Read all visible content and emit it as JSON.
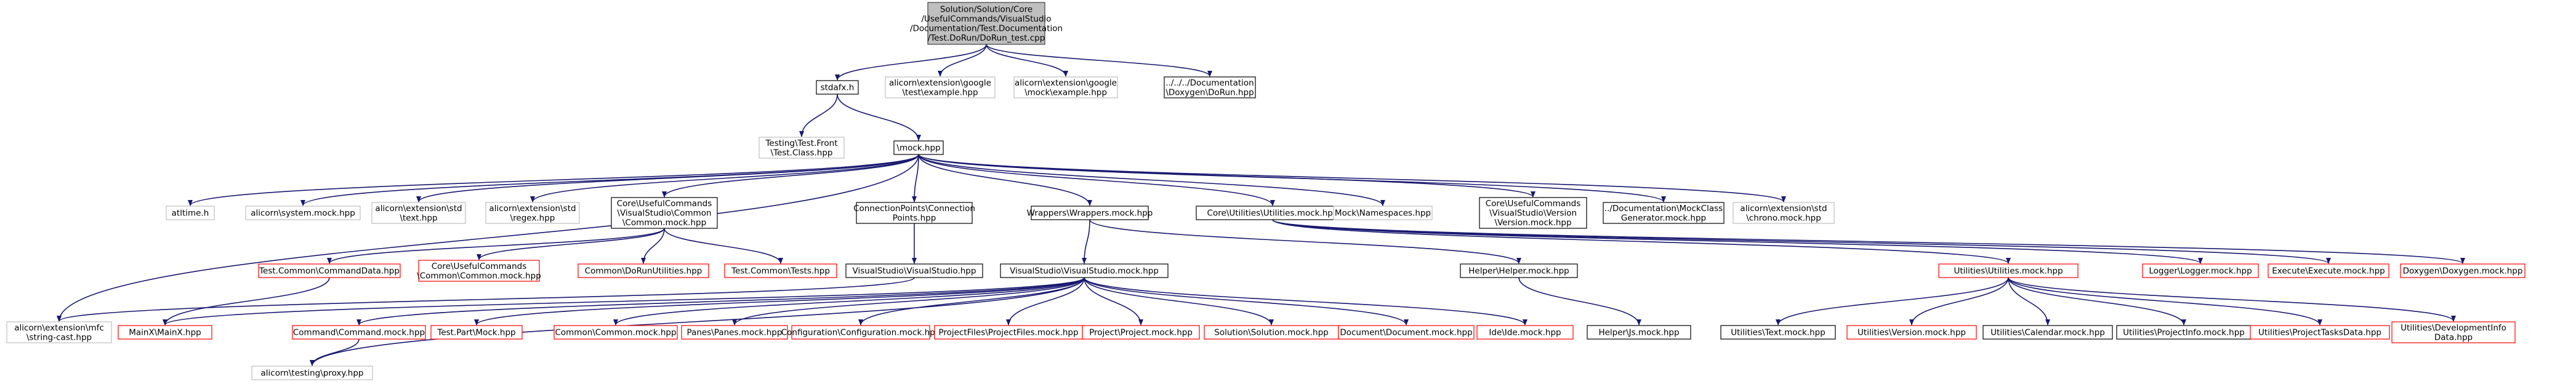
{
  "colors": {
    "edge": "#191970",
    "root_fill": "#bfbfbf",
    "root_border": "#404040",
    "default_border": "#000000",
    "red_border": "#ff0000",
    "gray_border": "#bfbfbf",
    "node_fill": "#ffffff"
  },
  "nodes": {
    "root": {
      "lines": [
        "Solution/Solution/Core",
        "/UsefulCommands/VisualStudio",
        "/Documentation/Test.Documentation",
        "/Test.DoRun/DoRun_test.cpp"
      ],
      "style": "root"
    },
    "stdafx": {
      "lines": [
        "stdafx.h"
      ],
      "style": "default"
    },
    "example": {
      "lines": [
        "alicorn\\extension\\google",
        "\\test\\example.hpp"
      ],
      "style": "gray"
    },
    "gmock_ex": {
      "lines": [
        "alicorn\\extension\\google",
        "\\mock\\example.hpp"
      ],
      "style": "gray"
    },
    "doxygen_dorun": {
      "lines": [
        "../../../Documentation",
        "\\Doxygen\\DoRun.hpp"
      ],
      "style": "default"
    },
    "testing_front": {
      "lines": [
        "Testing\\Test.Front",
        "\\Test.Class.hpp"
      ],
      "style": "gray"
    },
    "mock": {
      "lines": [
        "\\mock.hpp"
      ],
      "style": "default"
    },
    "atltime": {
      "lines": [
        "atltime.h"
      ],
      "style": "gray"
    },
    "system_mock": {
      "lines": [
        "alicorn\\system.mock.hpp"
      ],
      "style": "gray"
    },
    "std_text": {
      "lines": [
        "alicorn\\extension\\std",
        "\\text.hpp"
      ],
      "style": "gray"
    },
    "std_regex": {
      "lines": [
        "alicorn\\extension\\std",
        "\\regex.hpp"
      ],
      "style": "gray"
    },
    "common_mock": {
      "lines": [
        "Core\\UsefulCommands",
        "\\VisualStudio\\Common",
        "\\Common.mock.hpp"
      ],
      "style": "default"
    },
    "conn_points": {
      "lines": [
        "ConnectionPoints\\Connection",
        "Points.hpp"
      ],
      "style": "default"
    },
    "wrappers": {
      "lines": [
        "Wrappers\\Wrappers.mock.hpp"
      ],
      "style": "default"
    },
    "utilities_core": {
      "lines": [
        "Core\\Utilities\\Utilities.mock.hpp"
      ],
      "style": "default"
    },
    "mock_ns": {
      "lines": [
        "Mock\\Namespaces.hpp"
      ],
      "style": "gray"
    },
    "version_mock": {
      "lines": [
        "Core\\UsefulCommands",
        "\\VisualStudio\\Version",
        "\\Version.mock.hpp"
      ],
      "style": "default"
    },
    "mockclass_gen": {
      "lines": [
        "../Documentation\\MockClass",
        "Generator.mock.hpp"
      ],
      "style": "default"
    },
    "chrono_mock": {
      "lines": [
        "alicorn\\extension\\std",
        "\\chrono.mock.hpp"
      ],
      "style": "gray"
    },
    "cmd_data": {
      "lines": [
        "Test.Common\\CommandData.hpp"
      ],
      "style": "red"
    },
    "common_mock2": {
      "lines": [
        "Core\\UsefulCommands",
        "\\Common\\Common.mock.hpp"
      ],
      "style": "red"
    },
    "dorun_util": {
      "lines": [
        "Common\\DoRunUtilities.hpp"
      ],
      "style": "red"
    },
    "tests": {
      "lines": [
        "Test.Common\\Tests.hpp"
      ],
      "style": "red"
    },
    "vs_hpp": {
      "lines": [
        "VisualStudio\\VisualStudio.hpp"
      ],
      "style": "default"
    },
    "helper_mock": {
      "lines": [
        "Helper\\Helper.mock.hpp"
      ],
      "style": "default"
    },
    "utilities_mock": {
      "lines": [
        "Utilities\\Utilities.mock.hpp"
      ],
      "style": "red"
    },
    "logger": {
      "lines": [
        "Logger\\Logger.mock.hpp"
      ],
      "style": "red"
    },
    "execute": {
      "lines": [
        "Execute\\Execute.mock.hpp"
      ],
      "style": "red"
    },
    "doxygen_mock": {
      "lines": [
        "Doxygen\\Doxygen.mock.hpp"
      ],
      "style": "red"
    },
    "string_cast": {
      "lines": [
        "alicorn\\extension\\mfc",
        "\\string-cast.hpp"
      ],
      "style": "gray"
    },
    "mainx": {
      "lines": [
        "MainX\\MainX.hpp"
      ],
      "style": "red"
    },
    "vs_mock": {
      "lines": [
        "VisualStudio\\VisualStudio.mock.hpp"
      ],
      "style": "default"
    },
    "command_mock": {
      "lines": [
        "Command\\Command.mock.hpp"
      ],
      "style": "red"
    },
    "part_mock": {
      "lines": [
        "Test.Part\\Mock.hpp"
      ],
      "style": "red"
    },
    "common_common": {
      "lines": [
        "Common\\Common.mock.hpp"
      ],
      "style": "red"
    },
    "panes": {
      "lines": [
        "Panes\\Panes.mock.hpp"
      ],
      "style": "red"
    },
    "config": {
      "lines": [
        "Configuration\\Configuration.mock.hpp"
      ],
      "style": "red"
    },
    "projectfiles": {
      "lines": [
        "ProjectFiles\\ProjectFiles.mock.hpp"
      ],
      "style": "red"
    },
    "project": {
      "lines": [
        "Project\\Project.mock.hpp"
      ],
      "style": "red"
    },
    "solution": {
      "lines": [
        "Solution\\Solution.mock.hpp"
      ],
      "style": "red"
    },
    "document": {
      "lines": [
        "Document\\Document.mock.hpp"
      ],
      "style": "red"
    },
    "ide": {
      "lines": [
        "Ide\\Ide.mock.hpp"
      ],
      "style": "red"
    },
    "helper_js": {
      "lines": [
        "Helper\\Js.mock.hpp"
      ],
      "style": "default"
    },
    "util_text": {
      "lines": [
        "Utilities\\Text.mock.hpp"
      ],
      "style": "default"
    },
    "util_version": {
      "lines": [
        "Utilities\\Version.mock.hpp"
      ],
      "style": "red"
    },
    "util_calendar": {
      "lines": [
        "Utilities\\Calendar.mock.hpp"
      ],
      "style": "default"
    },
    "util_projinfo": {
      "lines": [
        "Utilities\\ProjectInfo.mock.hpp"
      ],
      "style": "default"
    },
    "util_tasks": {
      "lines": [
        "Utilities\\ProjectTasksData.hpp"
      ],
      "style": "red"
    },
    "util_devinfo": {
      "lines": [
        "Utilities\\DevelopmentInfo",
        "Data.hpp"
      ],
      "style": "red"
    },
    "proxy": {
      "lines": [
        "alicorn\\testing\\proxy.hpp"
      ],
      "style": "gray"
    }
  },
  "edges": [
    [
      "root",
      "stdafx"
    ],
    [
      "root",
      "example"
    ],
    [
      "root",
      "gmock_ex"
    ],
    [
      "root",
      "doxygen_dorun"
    ],
    [
      "stdafx",
      "testing_front"
    ],
    [
      "stdafx",
      "mock"
    ],
    [
      "mock",
      "atltime"
    ],
    [
      "mock",
      "system_mock"
    ],
    [
      "mock",
      "std_text"
    ],
    [
      "mock",
      "std_regex"
    ],
    [
      "mock",
      "common_mock"
    ],
    [
      "mock",
      "conn_points"
    ],
    [
      "mock",
      "wrappers"
    ],
    [
      "mock",
      "utilities_core"
    ],
    [
      "mock",
      "mock_ns"
    ],
    [
      "mock",
      "version_mock"
    ],
    [
      "mock",
      "mockclass_gen"
    ],
    [
      "mock",
      "chrono_mock"
    ],
    [
      "mock",
      "string_cast"
    ],
    [
      "common_mock",
      "cmd_data"
    ],
    [
      "common_mock",
      "common_mock2"
    ],
    [
      "common_mock",
      "dorun_util"
    ],
    [
      "common_mock",
      "tests"
    ],
    [
      "conn_points",
      "vs_hpp"
    ],
    [
      "wrappers",
      "vs_mock"
    ],
    [
      "wrappers",
      "helper_mock"
    ],
    [
      "utilities_core",
      "utilities_mock"
    ],
    [
      "utilities_core",
      "logger"
    ],
    [
      "utilities_core",
      "execute"
    ],
    [
      "utilities_core",
      "doxygen_mock"
    ],
    [
      "cmd_data",
      "mainx"
    ],
    [
      "vs_hpp",
      "string_cast"
    ],
    [
      "vs_mock",
      "command_mock"
    ],
    [
      "vs_mock",
      "part_mock"
    ],
    [
      "vs_mock",
      "common_common"
    ],
    [
      "vs_mock",
      "panes"
    ],
    [
      "vs_mock",
      "config"
    ],
    [
      "vs_mock",
      "projectfiles"
    ],
    [
      "vs_mock",
      "project"
    ],
    [
      "vs_mock",
      "solution"
    ],
    [
      "vs_mock",
      "document"
    ],
    [
      "vs_mock",
      "ide"
    ],
    [
      "vs_mock",
      "proxy"
    ],
    [
      "vs_mock",
      "mainx"
    ],
    [
      "helper_mock",
      "helper_js"
    ],
    [
      "utilities_mock",
      "util_text"
    ],
    [
      "utilities_mock",
      "util_version"
    ],
    [
      "utilities_mock",
      "util_calendar"
    ],
    [
      "utilities_mock",
      "util_projinfo"
    ],
    [
      "utilities_mock",
      "util_tasks"
    ],
    [
      "utilities_mock",
      "util_devinfo"
    ],
    [
      "command_mock",
      "proxy"
    ]
  ]
}
